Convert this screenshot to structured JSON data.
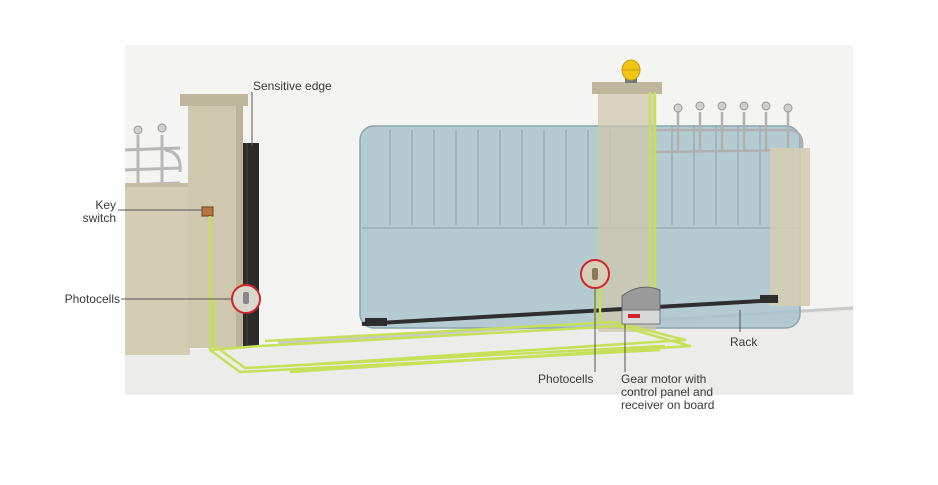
{
  "labels": {
    "sensitive_edge": "Sensitive edge",
    "key_switch": "Key\nswitch",
    "photocells_left": "Photocells",
    "photocells_center": "Photocells",
    "gear_motor": "Gear motor with\ncontrol panel and\nreceiver on board",
    "rack": "Rack"
  },
  "colors": {
    "wire": "#c6e05a",
    "highlight_ring": "#d2232a",
    "gate_panel": "#a9c3cc",
    "pillar": "#cfc7ae",
    "wall": "#d4cdb4",
    "sensitive_edge": "#2b2b2b",
    "beacon": "#f2c514"
  }
}
